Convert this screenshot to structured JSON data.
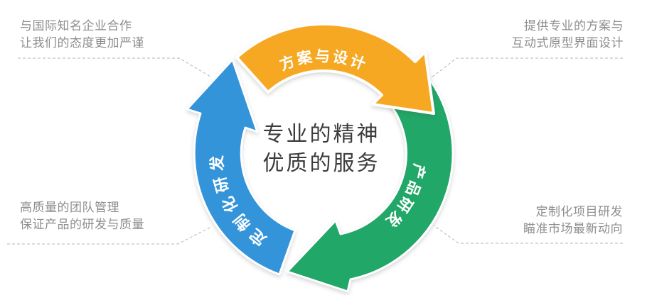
{
  "diagram": {
    "center": {
      "line1": "专业的精神",
      "line2": "优质的服务"
    },
    "arrows": {
      "plan": {
        "label": "方案与设计",
        "color": "#F7A823"
      },
      "product": {
        "label": "产品研发",
        "color": "#21A767"
      },
      "custom": {
        "label": "定制化研发",
        "color": "#3494DA"
      }
    },
    "captions": {
      "top_left": {
        "line1": "与国际知名企业合作",
        "line2": "让我们的态度更加严谨"
      },
      "top_right": {
        "line1": "提供专业的方案与",
        "line2": "互动式原型界面设计"
      },
      "bottom_left": {
        "line1": "高质量的团队管理",
        "line2": "保证产品的研发与质量"
      },
      "bottom_right": {
        "line1": "定制化项目研发",
        "line2": "瞄准市场最新动向"
      }
    },
    "connector_color": "#b5b5b5"
  }
}
